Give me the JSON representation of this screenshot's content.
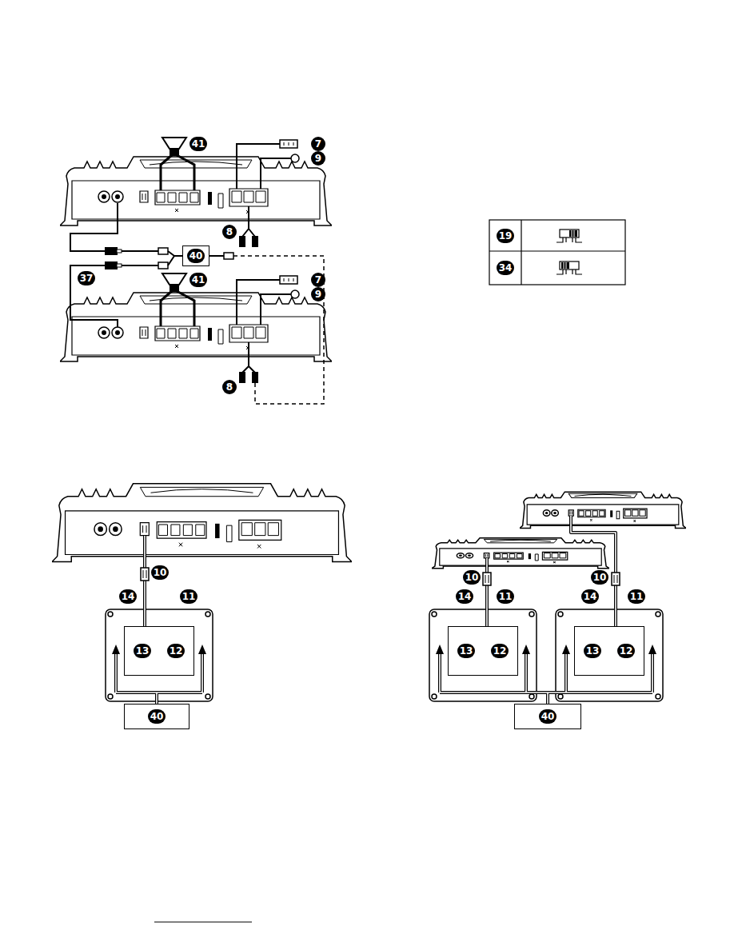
{
  "diagram": {
    "nodes": [
      {
        "text": [
          "40"
        ]
      },
      {
        "text": [
          "13",
          "12"
        ]
      },
      {
        "text": [
          "40"
        ]
      },
      {
        "text": [
          "13",
          "12"
        ]
      },
      {
        "text": [
          "13",
          "12"
        ]
      },
      {
        "text": [
          "40"
        ]
      }
    ],
    "labels": [
      "41",
      "7",
      "9",
      "8",
      "37",
      "41",
      "7",
      "9",
      "8",
      "19",
      "34",
      "10",
      "14",
      "11",
      "10",
      "14",
      "11",
      "10",
      "14",
      "11"
    ]
  }
}
